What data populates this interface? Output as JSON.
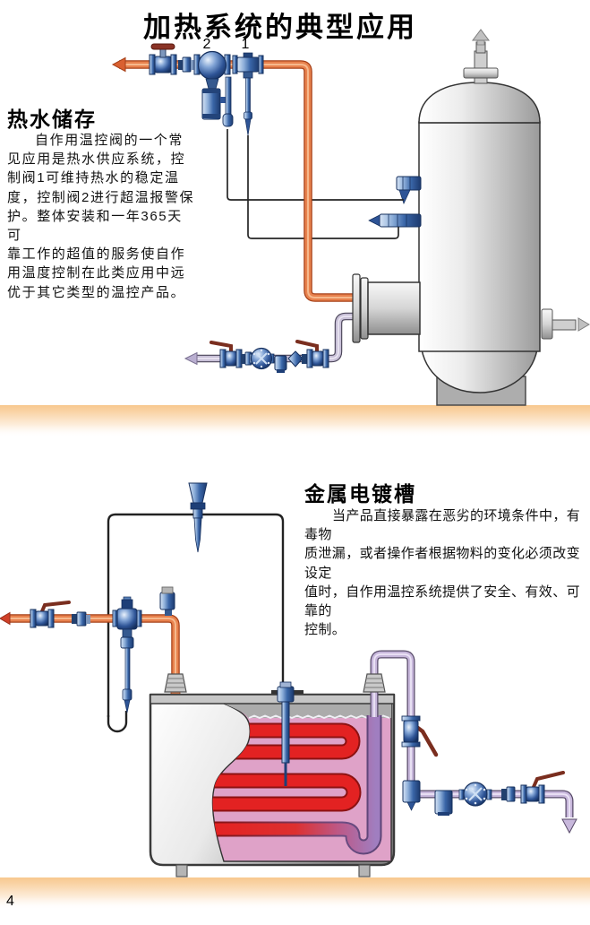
{
  "page": {
    "title": "加热系统的典型应用",
    "page_number": "4"
  },
  "sections": [
    {
      "heading": "热水储存",
      "lines": [
        "自作用温控阀的一个常",
        "见应用是热水供应系统，控",
        "制阀1可维持热水的稳定温",
        "度，控制阀2进行超温报警保",
        "护。整体安装和一年365天可",
        "靠工作的超值的服务使自作",
        "用温度控制在此类应用中远",
        "优于其它类型的温控产品。"
      ]
    },
    {
      "heading": "金属电镀槽",
      "lines": [
        "当产品直接暴露在恶劣的环境条件中，有毒物",
        "质泄漏，或者操作者根据物料的变化必须改变设定",
        "值时，自作用温控系统提供了安全、有效、可靠的",
        "控制。"
      ]
    }
  ],
  "diagram1": {
    "valve1_label": "1",
    "valve2_label": "2"
  },
  "palette": {
    "hot_pipe_orange": "#e8824e",
    "condensate_pipe_gray": "#c9c1d8",
    "return_pipe_lavender": "#c8b8dc",
    "coil_red": "#e32222",
    "coil_purple": "#a07ec0",
    "liquid_pink": "#dfa2c8",
    "valve_blue": "#3a66a8",
    "handle_dark_red": "#7a2e1f",
    "floor_orange": "#f8c88f",
    "capillary_black": "#262626",
    "vessel_gray": "#9b9b9b"
  }
}
